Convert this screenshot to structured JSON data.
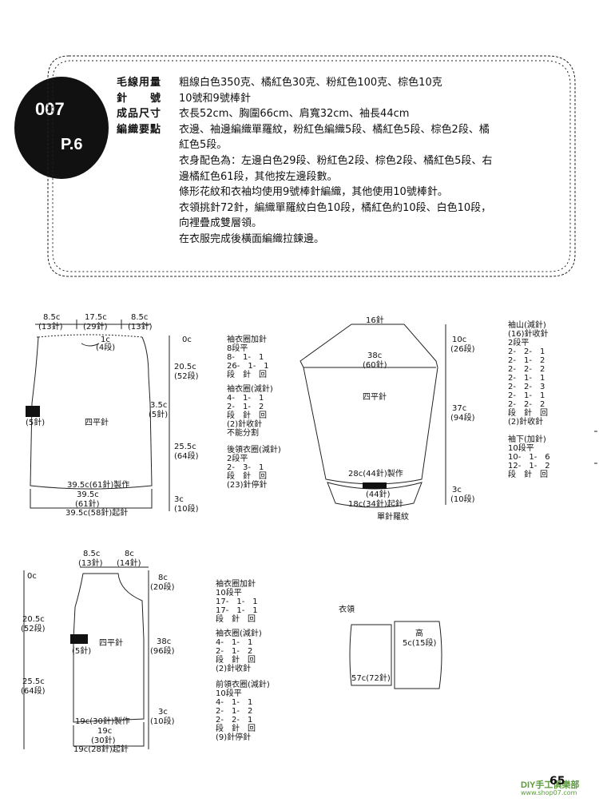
{
  "badge": {
    "number": "007",
    "page": "P.6"
  },
  "spec": {
    "yarn_label": "毛線用量",
    "yarn_value": "粗線白色350克、橘紅色30克、粉紅色100克、棕色10克",
    "needle_label": "針　　號",
    "needle_value": "10號和9號棒針",
    "size_label": "成品尺寸",
    "size_value": "衣長52cm、胸圍66cm、肩寬32cm、袖長44cm",
    "key_label": "編織要點",
    "key_lines": [
      "衣邊、袖邊編織單羅紋，粉紅色編織5段、橘紅色5段、棕色2段、橘",
      "紅色5段。",
      "衣身配色為：左邊白色29段、粉紅色2段、棕色2段、橘紅色5段、右",
      "邊橘紅色61段，其他按左邊段數。",
      "條形花紋和衣袖均使用9號棒針編織，其他使用10號棒針。",
      "衣領挑針72針，編織單羅紋白色10段，橘紅色約10段、白色10段，",
      "向裡疊成雙層領。",
      "在衣服完成後橫面編織拉鍊邊。"
    ]
  },
  "back": {
    "w_left": "8.5c",
    "w_left_st": "(13針)",
    "w_mid": "17.5c",
    "w_mid_st": "(29針)",
    "w_right": "8.5c",
    "w_right_st": "(13針)",
    "neck": "1c",
    "neck_st": "(4段)",
    "h0": "0c",
    "h1": "20.5c",
    "h1_r": "(52段)",
    "mark": "3.5c",
    "mark_r": "(5針)",
    "left_mark": "(5針)",
    "h2": "25.5c",
    "h2_r": "(64段)",
    "h3": "3c",
    "h3_r": "(10段)",
    "pattern": "四平針",
    "hem1": "39.5c(61針)製作",
    "hem2": "39.5c",
    "hem3": "(61針)",
    "hem4": "39.5c(58針)起針"
  },
  "back_notes": [
    "袖衣圈加針",
    "8段平",
    "8-　1-　1",
    "26-　1-　1",
    "段　針　回",
    "",
    "袖衣圈(減針)",
    "4-　1-　1",
    "2-　1-　2",
    "段　針　回",
    "(2)針收針",
    "不能分割",
    "",
    "後領衣圈(減針)",
    "2段平",
    "2-　3-　1",
    "段　針　回",
    "(23)針停針"
  ],
  "sleeve": {
    "top": "16針",
    "cap": "38c",
    "cap_st": "(60針)",
    "h1": "10c",
    "h1_r": "(26段)",
    "h2": "37c",
    "h2_r": "(94段)",
    "h3": "3c",
    "h3_r": "(10段)",
    "pattern": "四平針",
    "cuff1": "28c(44針)製作",
    "cuff2": "(44針)",
    "cuff3": "18c(34針)起針",
    "rib": "單針羅紋"
  },
  "sleeve_notes": [
    "袖山(減針)",
    "(16)針收針",
    "2段平",
    "2-　2-　1",
    "2-　1-　2",
    "2-　2-　2",
    "2-　1-　1",
    "2-　2-　3",
    "2-　1-　1",
    "2-　2-　2",
    "段　針　回",
    "(2)針收針",
    "袖下(加針)",
    "10段平",
    "10-　1-　6",
    "12-　1-　2",
    "段　針　回"
  ],
  "front": {
    "w1": "8.5c",
    "w1_st": "(13針)",
    "w2": "8c",
    "w2_st": "(14針)",
    "h0": "0c",
    "h1": "20.5c",
    "h1_r": "(52段)",
    "h2": "25.5c",
    "h2_r": "(64段)",
    "r1": "8c",
    "r1_r": "(20段)",
    "r2": "38c",
    "r2_r": "(96段)",
    "r3": "3c",
    "r3_r": "(10段)",
    "mark": "(5針)",
    "pattern": "四平針",
    "hem1": "19c(30針)製作",
    "hem2": "19c",
    "hem3": "(30針)",
    "hem4": "19c(28針)起針"
  },
  "front_notes": [
    "袖衣圈加針",
    "10段平",
    "17-　1-　1",
    "17-　1-　1",
    "段　針　回",
    "",
    "袖衣圈(減針)",
    "4-　1-　1",
    "2-　1-　2",
    "段　針　回",
    "(2)針收針",
    "",
    "前領衣圈(減針)",
    "10段平",
    "4-　1-　1",
    "2-　1-　2",
    "2-　2-　1",
    "段　針　回",
    "(9)針停針"
  ],
  "collar": {
    "title": "衣領",
    "h": "高",
    "h_val": "5c(15段)",
    "w": "57c(72針)"
  },
  "footer": {
    "page": "65",
    "logo": "DIY手工俱樂部",
    "site": "www.shop07.com"
  }
}
